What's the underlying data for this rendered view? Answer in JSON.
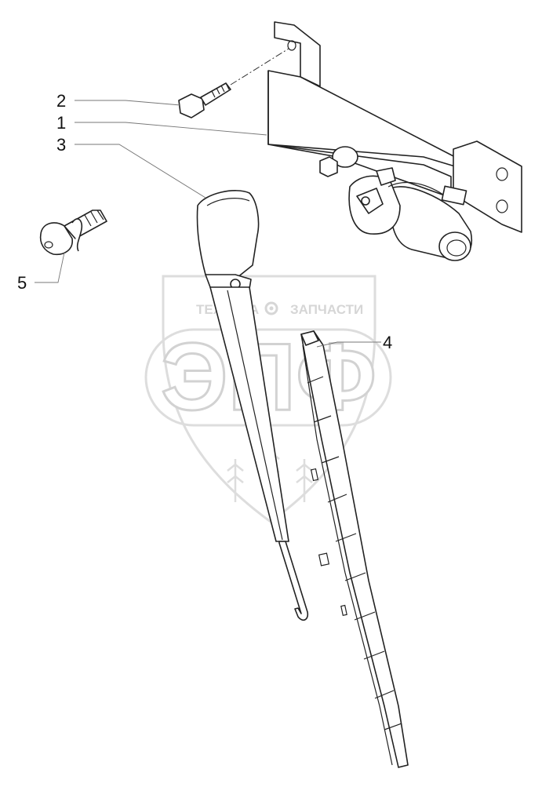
{
  "watermark": {
    "top_left": "ТЕХНИКА",
    "top_right": "ЗАПЧАСТИ",
    "letters": "ЭПФ",
    "gear_icon": "gear-icon"
  },
  "callouts": [
    {
      "id": "1",
      "part": "bracket"
    },
    {
      "id": "2",
      "part": "bolt"
    },
    {
      "id": "3",
      "part": "wiper-arm"
    },
    {
      "id": "4",
      "part": "wiper-blade"
    },
    {
      "id": "5",
      "part": "washer-nozzle"
    }
  ],
  "colors": {
    "line": "#222222",
    "leader": "#777777",
    "watermark": "#d6d6d6"
  }
}
